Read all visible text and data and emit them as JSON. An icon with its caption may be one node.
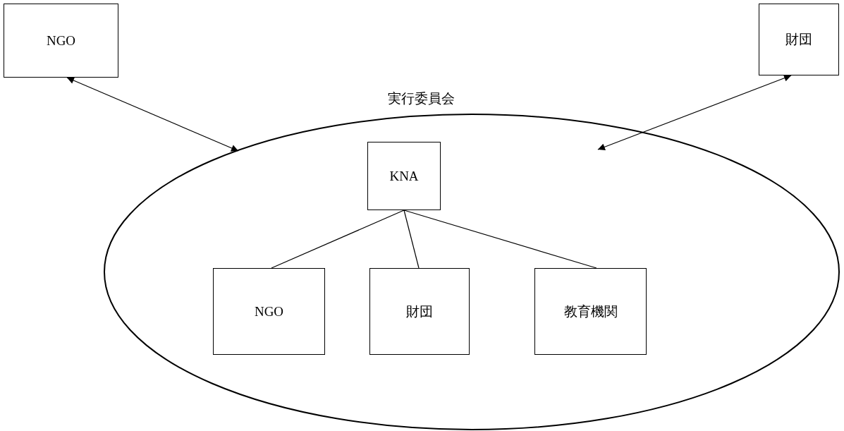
{
  "diagram": {
    "nodes": [
      {
        "text": [
          "NGO"
        ]
      },
      {
        "text": [
          "財団"
        ]
      },
      {
        "text": [
          "実行委員会"
        ]
      },
      {
        "text": [
          "KNA"
        ],
        "in": 2
      },
      {
        "text": [
          "NGO"
        ],
        "in": 2
      },
      {
        "text": [
          "財団"
        ],
        "in": 2
      },
      {
        "text": [
          "教育機関"
        ],
        "in": 2
      }
    ],
    "edges": [
      {
        "from": 0,
        "to": 2,
        "arrow": "both"
      },
      {
        "from": 1,
        "to": 2,
        "arrow": "both"
      },
      {
        "from": 3,
        "to": 4,
        "arrow": "none"
      },
      {
        "from": 3,
        "to": 5,
        "arrow": "none"
      },
      {
        "from": 3,
        "to": 6,
        "arrow": "none"
      }
    ]
  }
}
